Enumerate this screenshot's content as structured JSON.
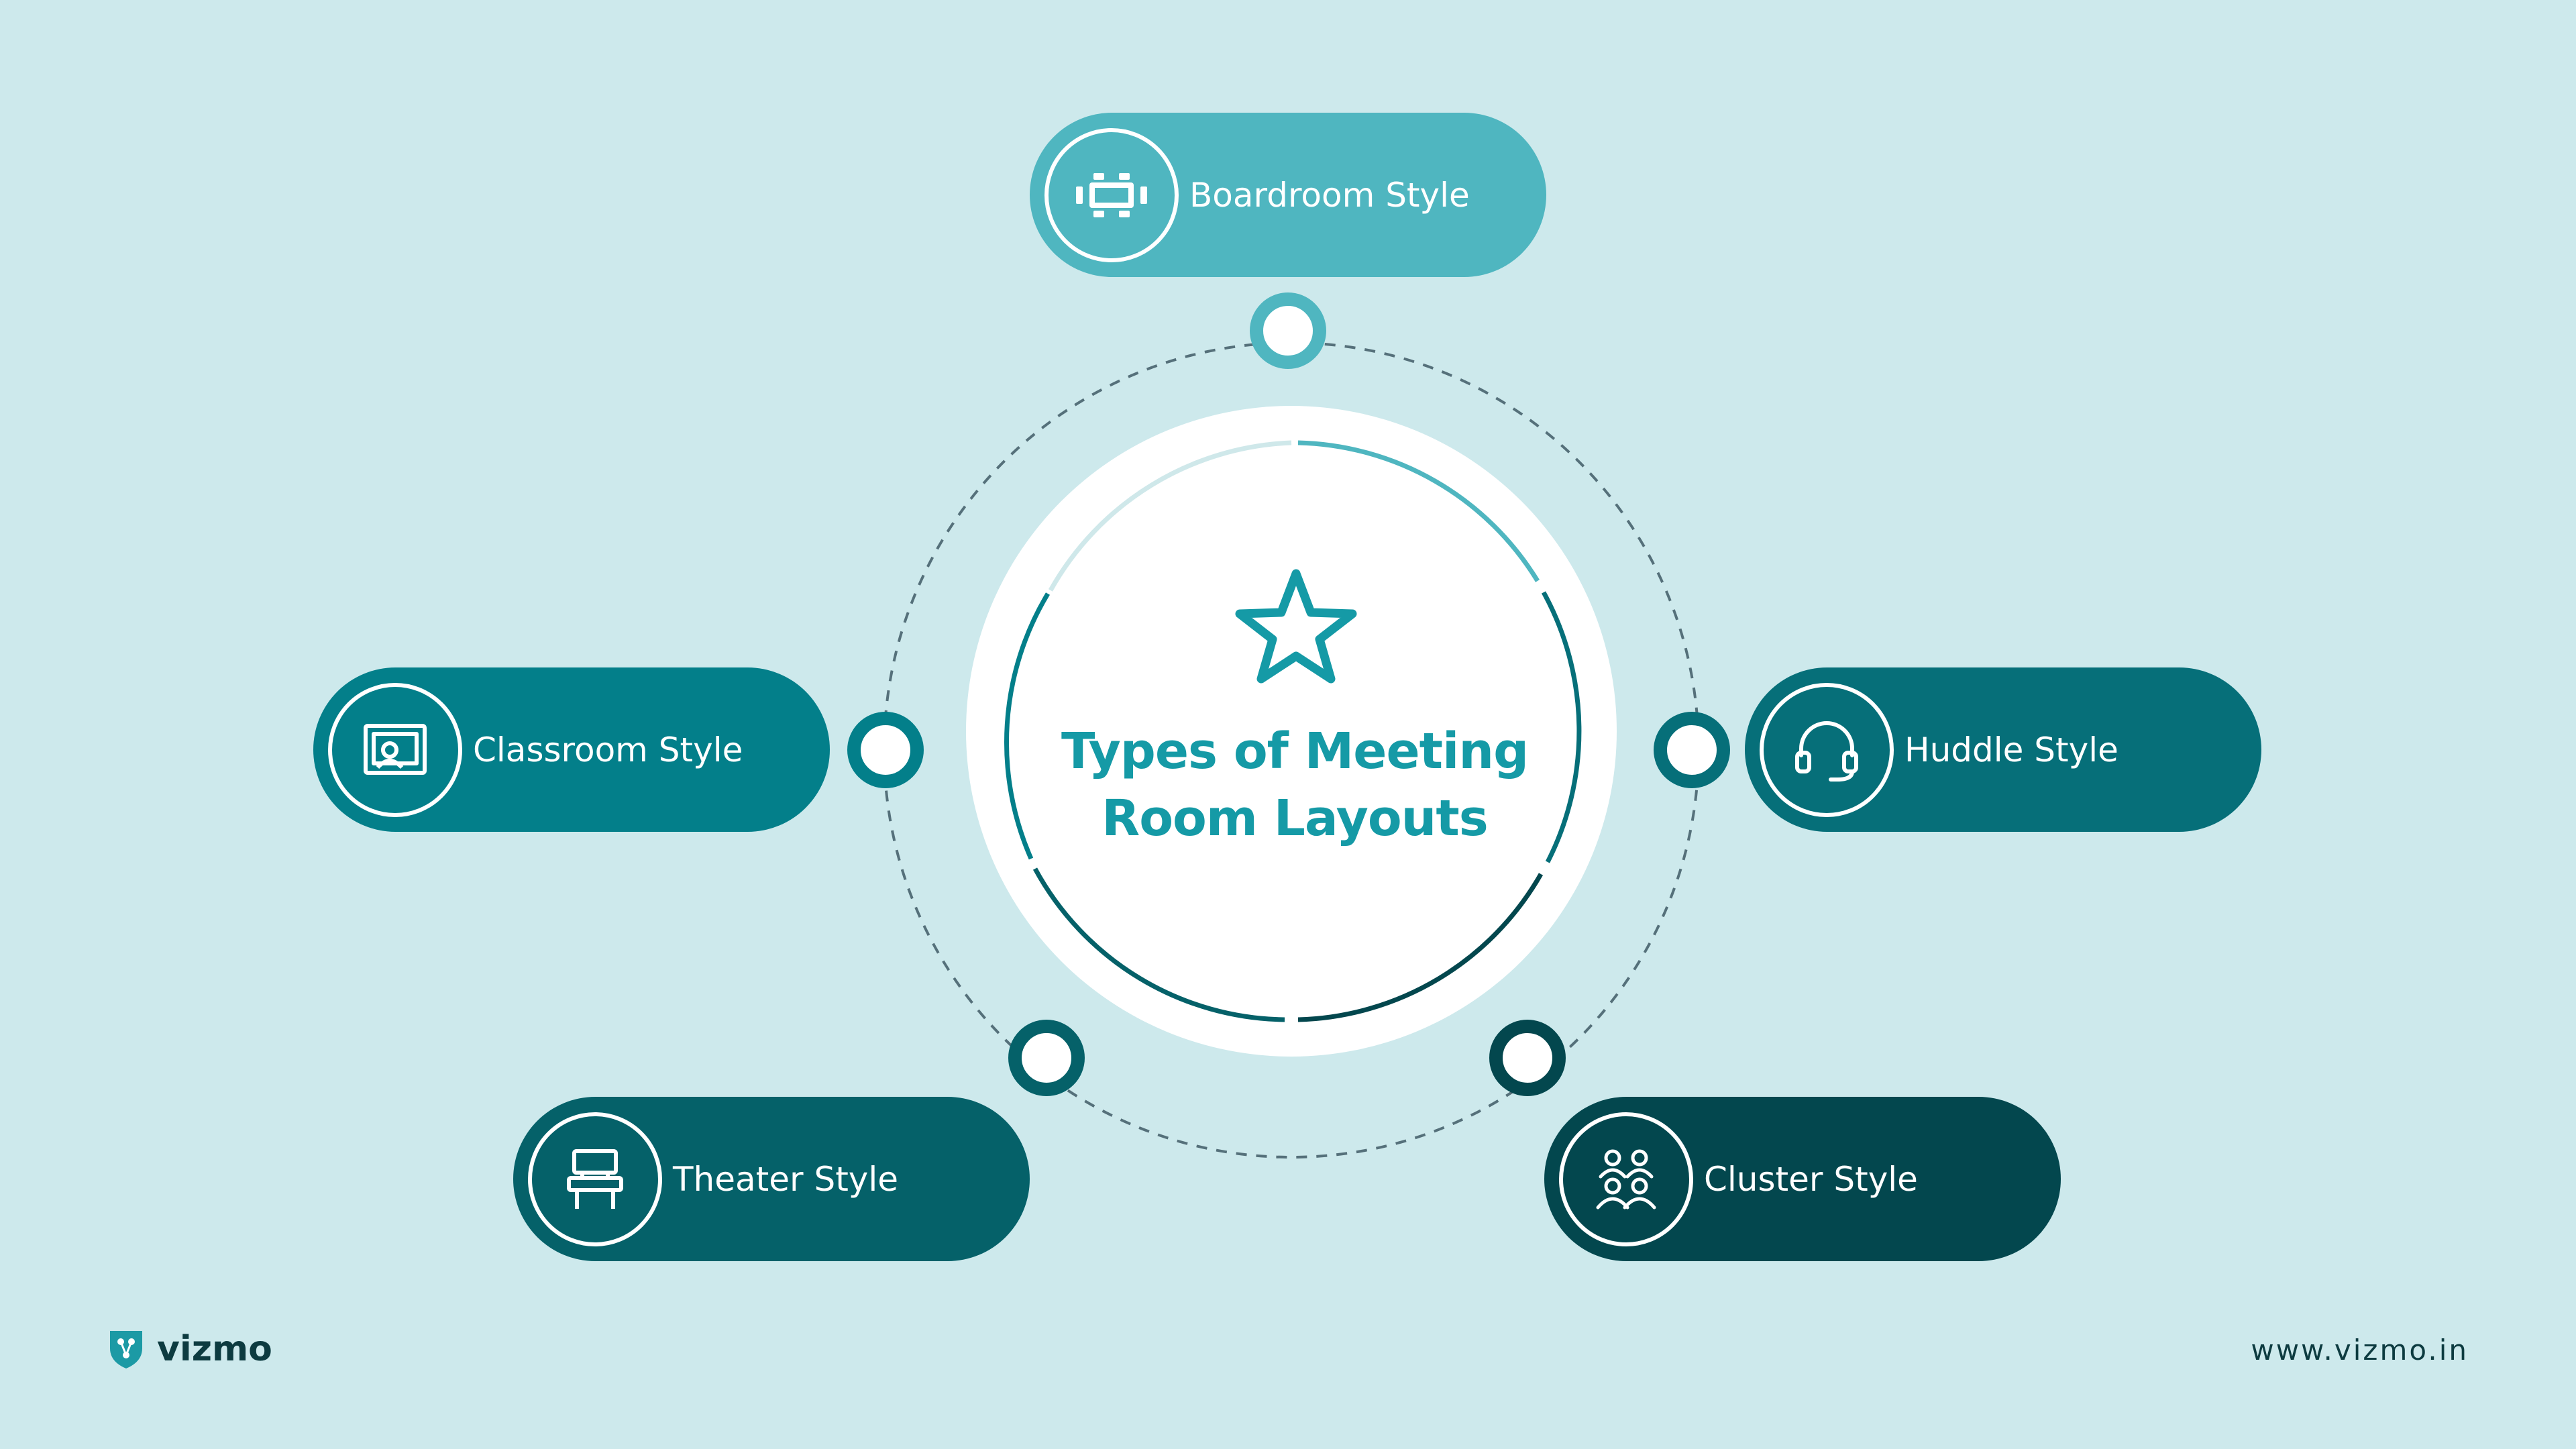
{
  "diagram": {
    "title_line1": "Types of Meeting",
    "title_line2": "Room Layouts",
    "center_icon": "star-icon",
    "layouts": [
      {
        "label": "Boardroom Style",
        "icon": "boardroom-table-icon",
        "color": "#4fb6c0"
      },
      {
        "label": "Classroom Style",
        "icon": "classroom-board-icon",
        "color": "#037f8a"
      },
      {
        "label": "Huddle Style",
        "icon": "headset-icon",
        "color": "#066f79"
      },
      {
        "label": "Theater Style",
        "icon": "theater-chair-icon",
        "color": "#056169"
      },
      {
        "label": "Cluster Style",
        "icon": "group-people-icon",
        "color": "#03474e"
      }
    ]
  },
  "footer": {
    "brand": "vizmo",
    "url": "www.vizmo.in"
  },
  "colors": {
    "background": "#cde9ec",
    "title": "#159aa6",
    "footer_text": "#0d3b40"
  }
}
